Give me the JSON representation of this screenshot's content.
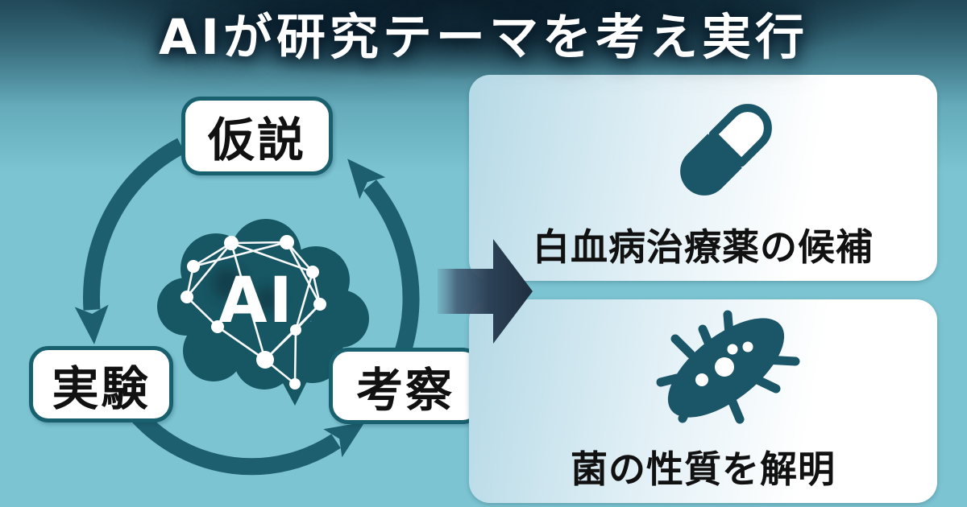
{
  "title": {
    "text": "AIが研究テーマを考え実行"
  },
  "cycle": {
    "center_label": "AI",
    "steps": [
      {
        "id": "hypothesis",
        "label": "仮説"
      },
      {
        "id": "experiment",
        "label": "実験"
      },
      {
        "id": "analysis",
        "label": "考察"
      }
    ]
  },
  "outcomes": [
    {
      "icon": "pill-icon",
      "label": "白血病治療薬の候補"
    },
    {
      "icon": "bacteria-icon",
      "label": "菌の性質を解明"
    }
  ],
  "colors": {
    "background_teal": "#7cc4d2",
    "top_band_dark": "#122a3a",
    "cycle_accent": "#1e5f6f",
    "brain_fill": "#175663",
    "icon_teal": "#1a5568",
    "big_arrow_dark": "#1f3040",
    "panel_gradient_start": "#b5d9e6",
    "panel_gradient_end": "#ffffff",
    "label_text": "#111111",
    "title_text": "#ffffff"
  }
}
